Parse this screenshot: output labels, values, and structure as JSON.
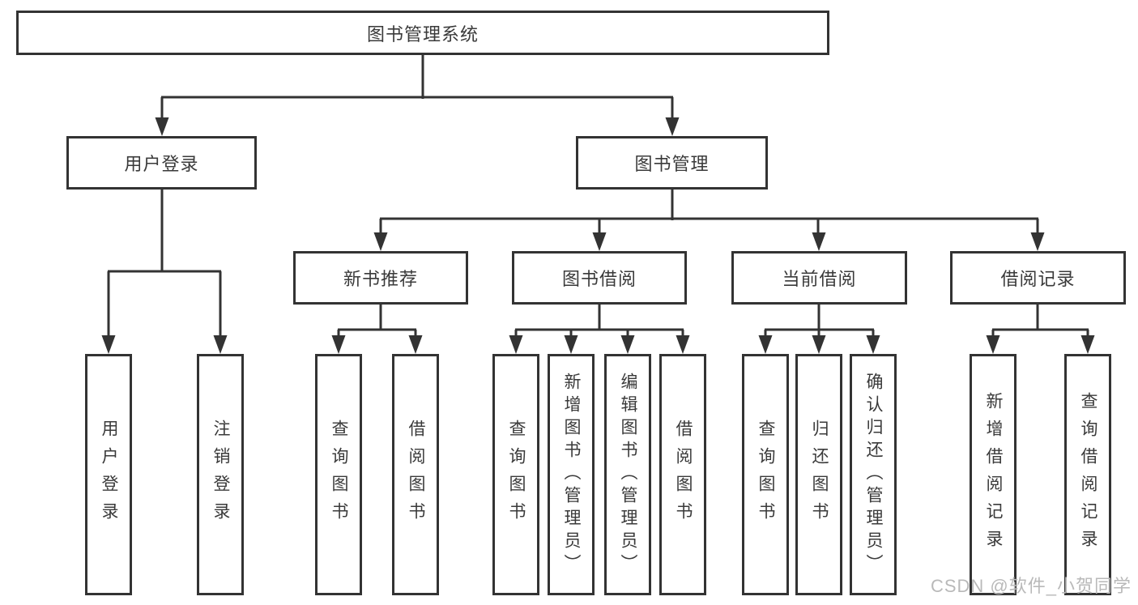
{
  "diagram": {
    "root": "图书管理系统",
    "branches": {
      "user_login": "用户登录",
      "book_mgmt": "图书管理"
    },
    "modules": {
      "new_book_rec": "新书推荐",
      "book_borrow": "图书借阅",
      "current_borrow": "当前借阅",
      "borrow_record": "借阅记录"
    },
    "leaves": {
      "ul_login": "用户登录",
      "ul_logout": "注销登录",
      "nbr_query": "查询图书",
      "nbr_borrow": "借阅图书",
      "bb_query": "查询图书",
      "bb_add": "新增图书（管理员）",
      "bb_edit": "编辑图书（管理员）",
      "bb_borrow": "借阅图书",
      "cb_query": "查询图书",
      "cb_return": "归还图书",
      "cb_confirm": "确认归还（管理员）",
      "br_add": "新增借阅记录",
      "br_query": "查询借阅记录"
    }
  },
  "watermark": {
    "text": "CSDN @软件_小贺同学"
  },
  "colors": {
    "line": "#333333",
    "text": "#3a3a3a",
    "watermark": "#b9b9b9",
    "background": "#ffffff"
  }
}
